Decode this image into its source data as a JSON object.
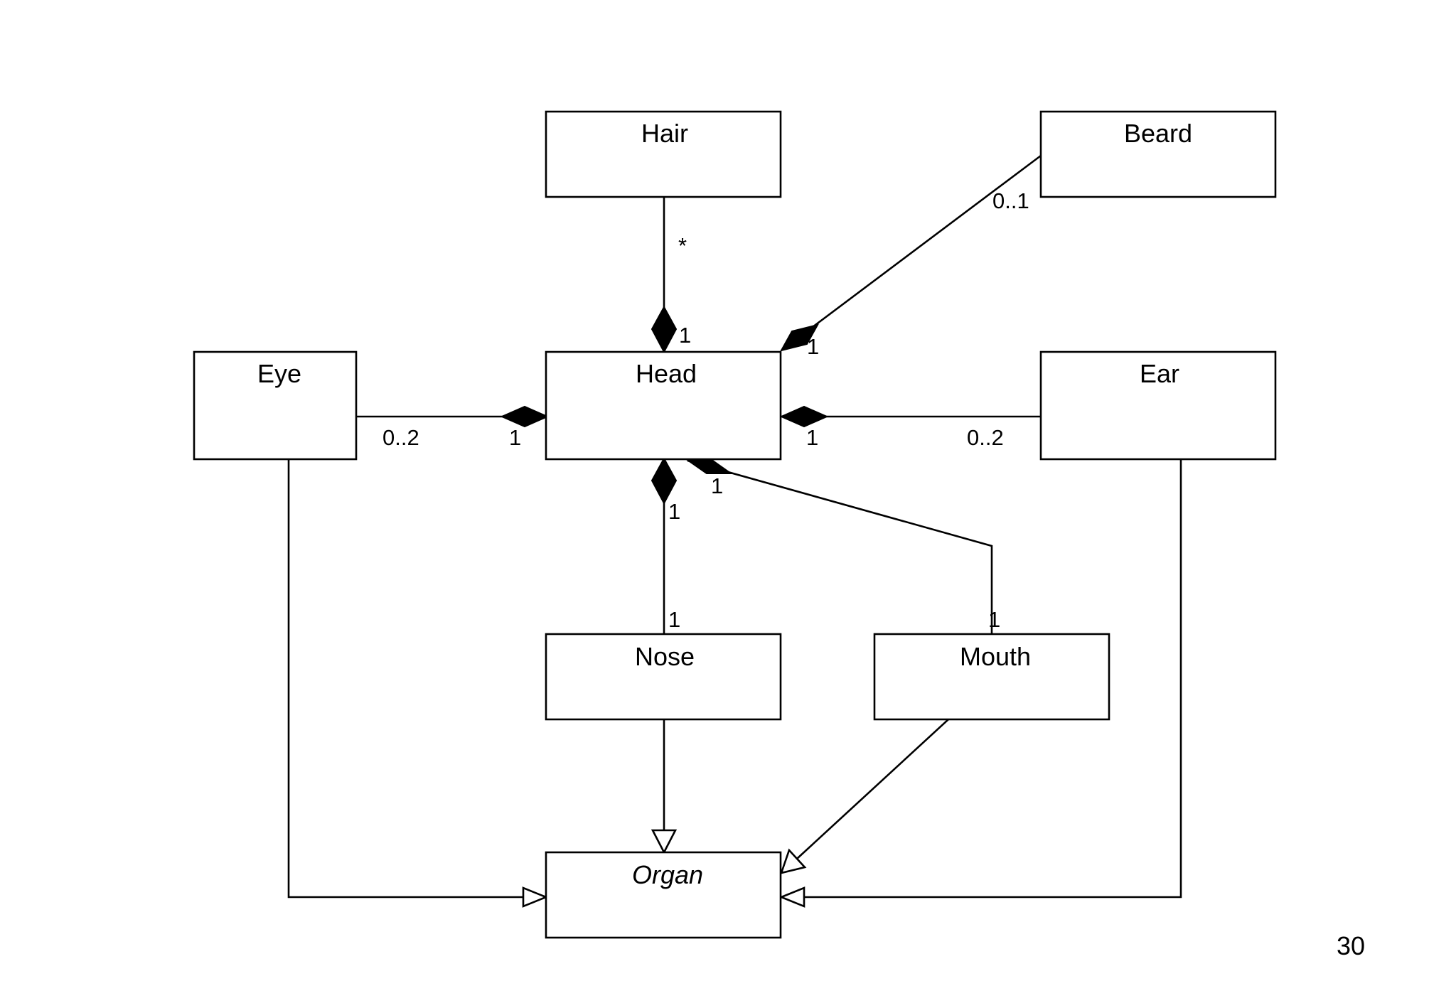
{
  "diagram": {
    "classes": {
      "hair": "Hair",
      "beard": "Beard",
      "eye": "Eye",
      "head": "Head",
      "ear": "Ear",
      "nose": "Nose",
      "mouth": "Mouth",
      "organ": "Organ"
    },
    "multiplicities": {
      "hair_end": "*",
      "hair_head_end": "1",
      "beard_end": "0..1",
      "beard_head_end": "1",
      "eye_end": "0..2",
      "eye_head_end": "1",
      "ear_end": "0..2",
      "ear_head_end": "1",
      "nose_head_end": "1",
      "nose_end": "1",
      "mouth_head_end": "1",
      "mouth_end": "1"
    }
  },
  "page_number": "30"
}
